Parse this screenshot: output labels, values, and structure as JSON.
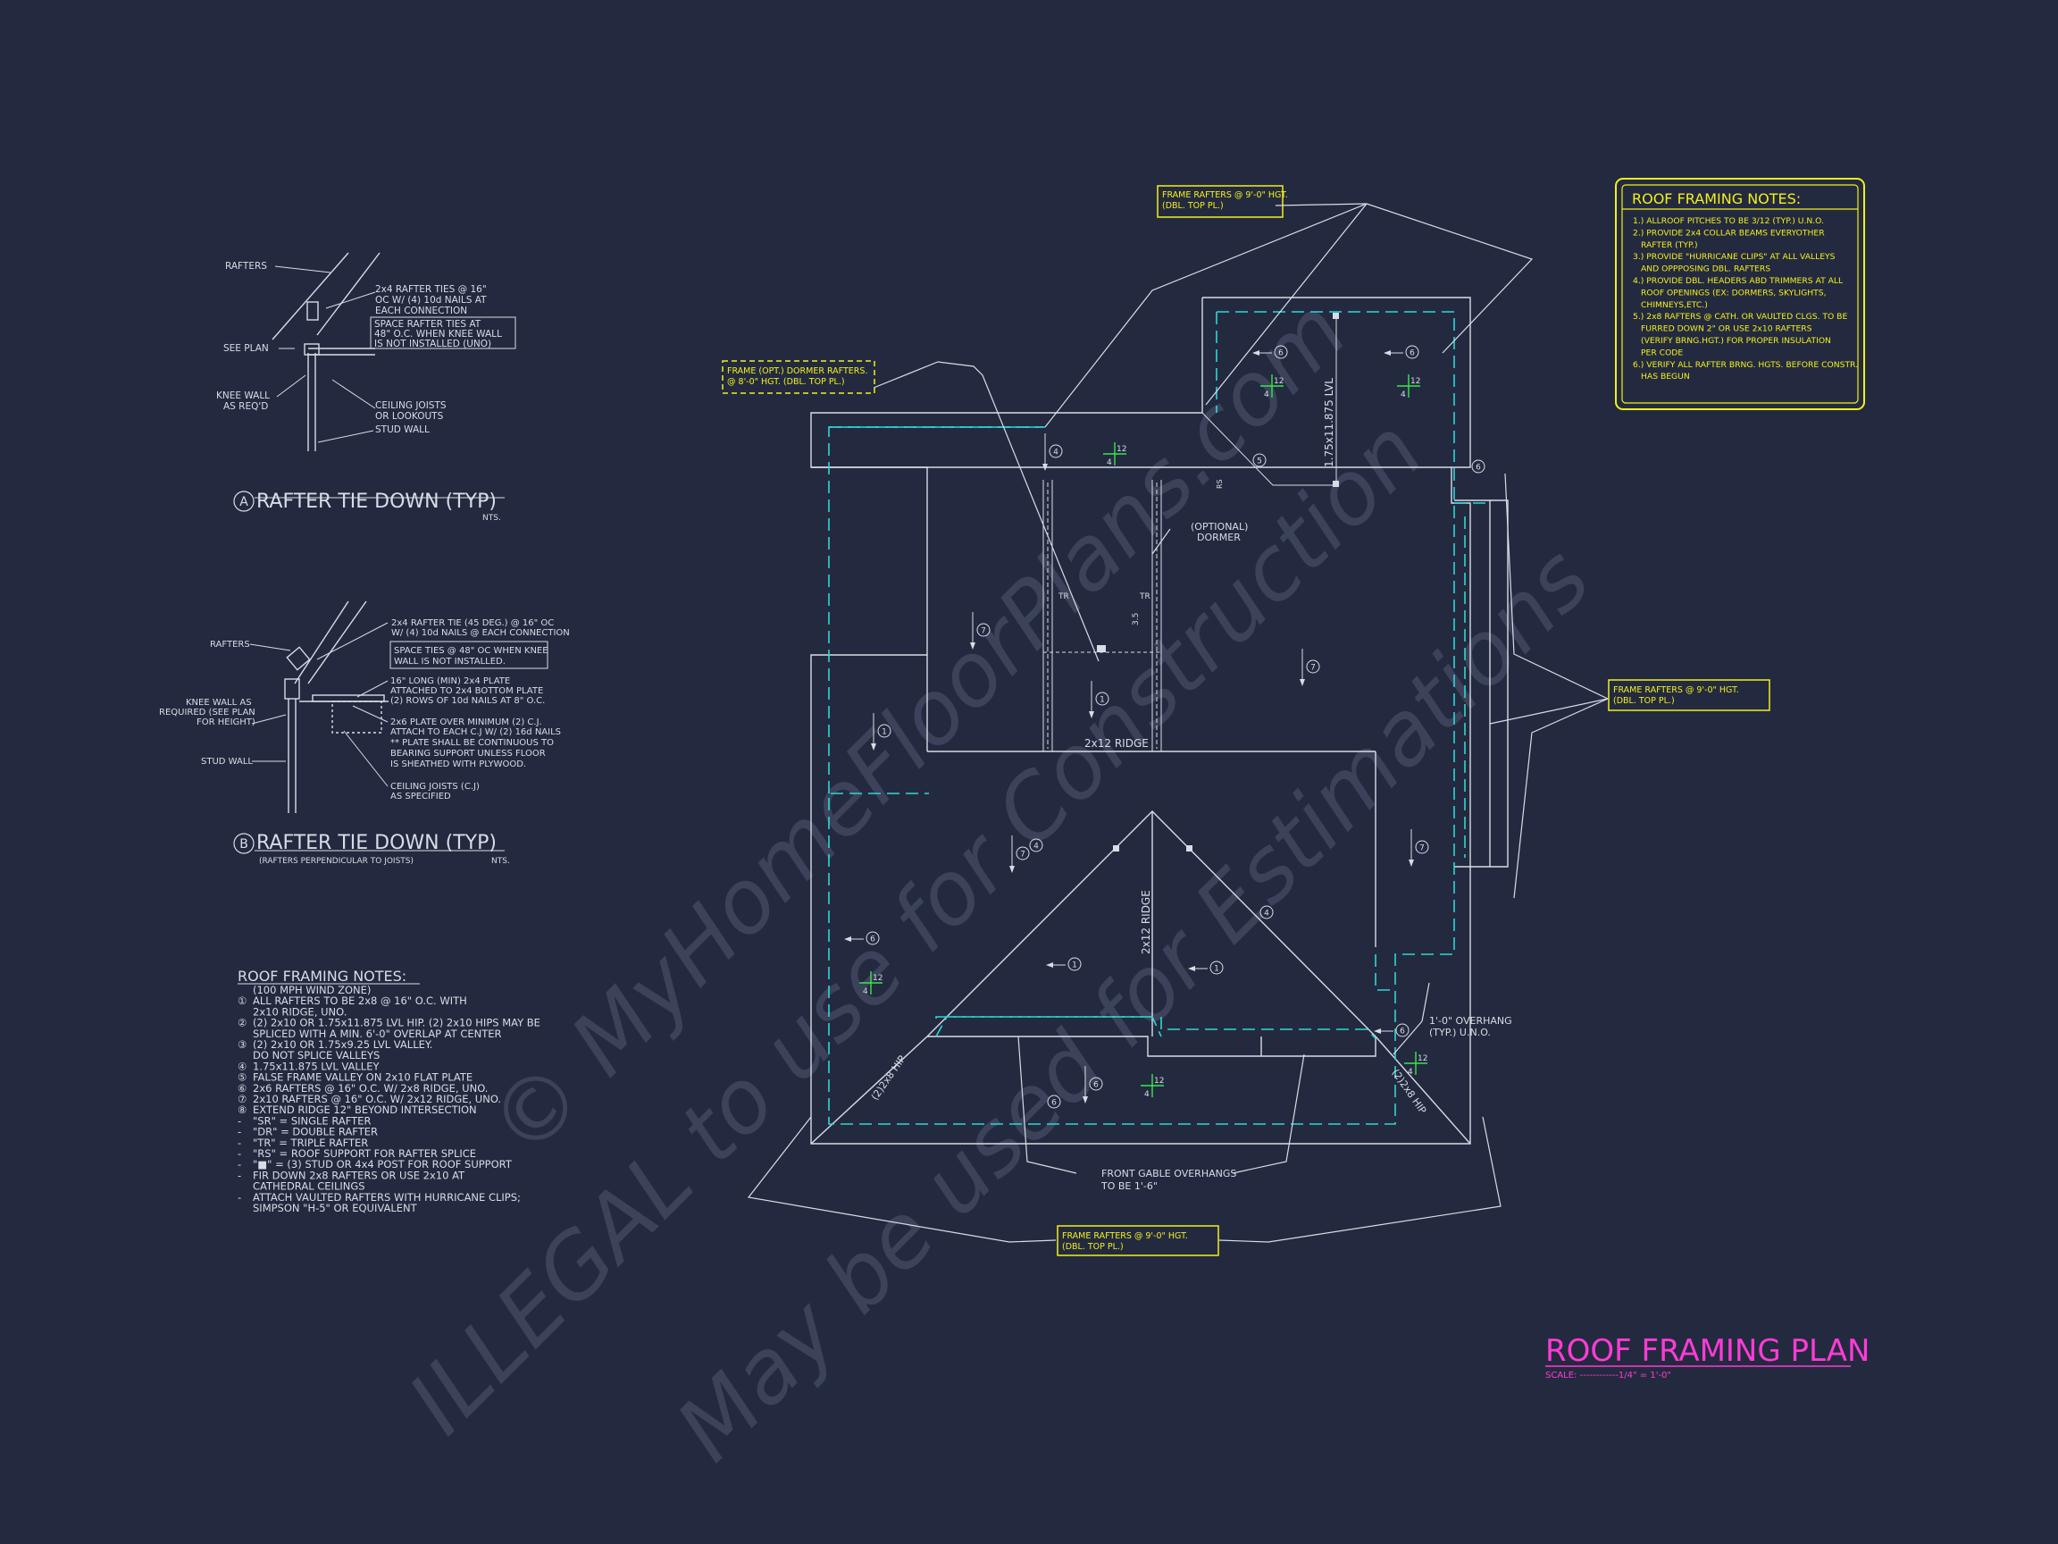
{
  "colors": {
    "background": "#232a3f",
    "linework": "#d9dce6",
    "overhang": "#2fd6d6",
    "callout": "#f3ef1c",
    "title": "#ff3bd6",
    "slope_marker": "#37e84a",
    "watermark": "#3b425a"
  },
  "watermark": {
    "line1": "© MyHomeFloorPlans.com",
    "line2": "ILLEGAL to use for Construction",
    "line3": "May be used for Estimations"
  },
  "detail_a": {
    "labels": {
      "rafters": "RAFTERS",
      "see_plan": "SEE PLAN",
      "knee_wall_1": "KNEE WALL",
      "knee_wall_2": "AS REQ'D",
      "ties_1": "2x4 RAFTER TIES @ 16\"",
      "ties_2": "OC W/ (4) 10d NAILS AT",
      "ties_3": "EACH CONNECTION",
      "space_1": "SPACE RAFTER TIES AT",
      "space_2": "48\" O.C. WHEN KNEE WALL",
      "space_3": "IS NOT INSTALLED (UNO)",
      "joists_1": "CEILING JOISTS",
      "joists_2": "OR LOOKOUTS",
      "stud_wall": "STUD WALL"
    },
    "tag": "A",
    "title": "RAFTER TIE DOWN (TYP)",
    "scale": "NTS."
  },
  "detail_b": {
    "labels": {
      "rafters": "RAFTERS",
      "knee_1": "KNEE WALL AS",
      "knee_2": "REQUIRED (SEE PLAN",
      "knee_3": "FOR HEIGHT)",
      "stud_wall": "STUD WALL",
      "tie_1": "2x4 RAFTER TIE (45 DEG.) @ 16\" OC",
      "tie_2": "W/ (4) 10d NAILS @ EACH CONNECTION",
      "space_1": "SPACE TIES @ 48\" OC WHEN KNEE",
      "space_2": "WALL IS NOT INSTALLED.",
      "plate_1": "16\" LONG (MIN) 2x4 PLATE",
      "plate_2": "ATTACHED TO 2x4 BOTTOM PLATE",
      "plate_3": "(2) ROWS OF 10d NAILS AT 8\" O.C.",
      "cj_1": "2x6 PLATE OVER MINIMUM (2) C.J.",
      "cj_2": "ATTACH TO EACH C.J W/ (2) 16d NAILS",
      "cj_3": "** PLATE SHALL BE CONTINUOUS TO",
      "cj_4": "BEARING SUPPORT UNLESS FLOOR",
      "cj_5": "IS SHEATHED WITH PLYWOOD.",
      "joists_1": "CEILING JOISTS (C.J)",
      "joists_2": "AS SPECIFIED"
    },
    "tag": "B",
    "title": "RAFTER TIE DOWN (TYP)",
    "subtitle": "(RAFTERS PERPENDICULAR TO JOISTS)",
    "scale": "NTS."
  },
  "notes_left": {
    "heading": "ROOF FRAMING NOTES:",
    "lines": [
      {
        "mark": "",
        "text": "(100 MPH WIND ZONE)"
      },
      {
        "mark": "①",
        "text": "ALL RAFTERS TO BE 2x8 @ 16\" O.C. WITH"
      },
      {
        "mark": "",
        "text": "2x10 RIDGE, UNO."
      },
      {
        "mark": "②",
        "text": "(2) 2x10 OR 1.75x11.875 LVL HIP. (2) 2x10 HIPS MAY BE"
      },
      {
        "mark": "",
        "text": "SPLICED WITH A MIN. 6'-0\" OVERLAP AT CENTER"
      },
      {
        "mark": "③",
        "text": "(2) 2x10 OR 1.75x9.25 LVL VALLEY."
      },
      {
        "mark": "",
        "text": "DO NOT SPLICE VALLEYS"
      },
      {
        "mark": "④",
        "text": "1.75x11.875 LVL VALLEY"
      },
      {
        "mark": "⑤",
        "text": "FALSE FRAME VALLEY ON 2x10 FLAT PLATE"
      },
      {
        "mark": "⑥",
        "text": "2x6 RAFTERS @ 16\" O.C. W/ 2x8 RIDGE, UNO."
      },
      {
        "mark": "⑦",
        "text": "2x10 RAFTERS @ 16\" O.C. W/ 2x12 RIDGE, UNO."
      },
      {
        "mark": "⑧",
        "text": "EXTEND RIDGE 12\" BEYOND INTERSECTION"
      },
      {
        "mark": "-",
        "text": "\"SR\" = SINGLE RAFTER"
      },
      {
        "mark": "-",
        "text": "\"DR\" = DOUBLE RAFTER"
      },
      {
        "mark": "-",
        "text": "\"TR\" = TRIPLE RAFTER"
      },
      {
        "mark": "-",
        "text": "\"RS\" = ROOF SUPPORT FOR RAFTER SPLICE"
      },
      {
        "mark": "-",
        "text": "\"■\" = (3) STUD OR 4x4 POST FOR ROOF SUPPORT"
      },
      {
        "mark": "-",
        "text": "FIR DOWN 2x8 RAFTERS OR USE 2x10 AT"
      },
      {
        "mark": "",
        "text": "CATHEDRAL CEILINGS"
      },
      {
        "mark": "-",
        "text": "ATTACH VAULTED RAFTERS WITH HURRICANE CLIPS;"
      },
      {
        "mark": "",
        "text": "SIMPSON \"H-5\" OR EQUIVALENT"
      }
    ]
  },
  "notes_right": {
    "heading": "ROOF FRAMING NOTES:",
    "lines": [
      "1.) ALLROOF PITCHES TO BE 3/12 (TYP.) U.N.O.",
      "2.) PROVIDE 2x4 COLLAR BEAMS EVERYOTHER",
      "RAFTER (TYP.)",
      "3.) PROVIDE \"HURRICANE CLIPS\" AT ALL VALLEYS",
      "AND OPPPOSING DBL. RAFTERS",
      "4.) PROVIDE DBL. HEADERS ABD TRIMMERS AT ALL",
      "ROOF OPENINGS (EX: DORMERS, SKYLIGHTS,",
      "CHIMNEYS,ETC.)",
      "5.) 2x8 RAFTERS @ CATH. OR VAULTED CLGS. TO BE",
      "FURRED DOWN 2\" OR USE 2x10 RAFTERS",
      "(VERIFY BRNG.HGT.) FOR PROPER INSULATION",
      "PER CODE",
      "6.) VERIFY ALL RAFTER BRNG. HGTS. BEFORE CONSTR.",
      "HAS BEGUN"
    ]
  },
  "callouts": {
    "top": [
      "FRAME RAFTERS @ 9'-0\" HGT.",
      "(DBL. TOP PL.)"
    ],
    "dormer": [
      "FRAME (OPT.) DORMER RAFTERS.",
      "@ 8'-0\" HGT. (DBL. TOP PL.)"
    ],
    "right": [
      "FRAME RAFTERS @ 9'-0\" HGT.",
      "(DBL. TOP PL.)"
    ],
    "bottom": [
      "FRAME RAFTERS @ 9'-0\" HGT.",
      "(DBL. TOP PL.)"
    ]
  },
  "plan_labels": {
    "optional_dormer": [
      "(OPTIONAL)",
      "DORMER"
    ],
    "ridge_horizontal": "2x12 RIDGE",
    "ridge_vertical": "2x12 RIDGE",
    "lvl": "1.75x11.875 LVL",
    "tr": "TR",
    "rs": "RS",
    "dormer_pitch": "3.5",
    "hip_left": "(2)2x8 HIP",
    "hip_right": "(2)2x8 HIP",
    "overhang": [
      "1'-0\" OVERHANG",
      "(TYP.) U.N.O."
    ],
    "front_gable": [
      "FRONT GABLE OVERHANGS",
      "TO BE 1'-6\""
    ],
    "pitch_rise": "12",
    "pitch_run": "4"
  },
  "rafter_marks": [
    "1",
    "4",
    "5",
    "6",
    "7"
  ],
  "title": {
    "main": "ROOF FRAMING PLAN",
    "scale": "SCALE: ------------1/4\" = 1'-0\""
  }
}
